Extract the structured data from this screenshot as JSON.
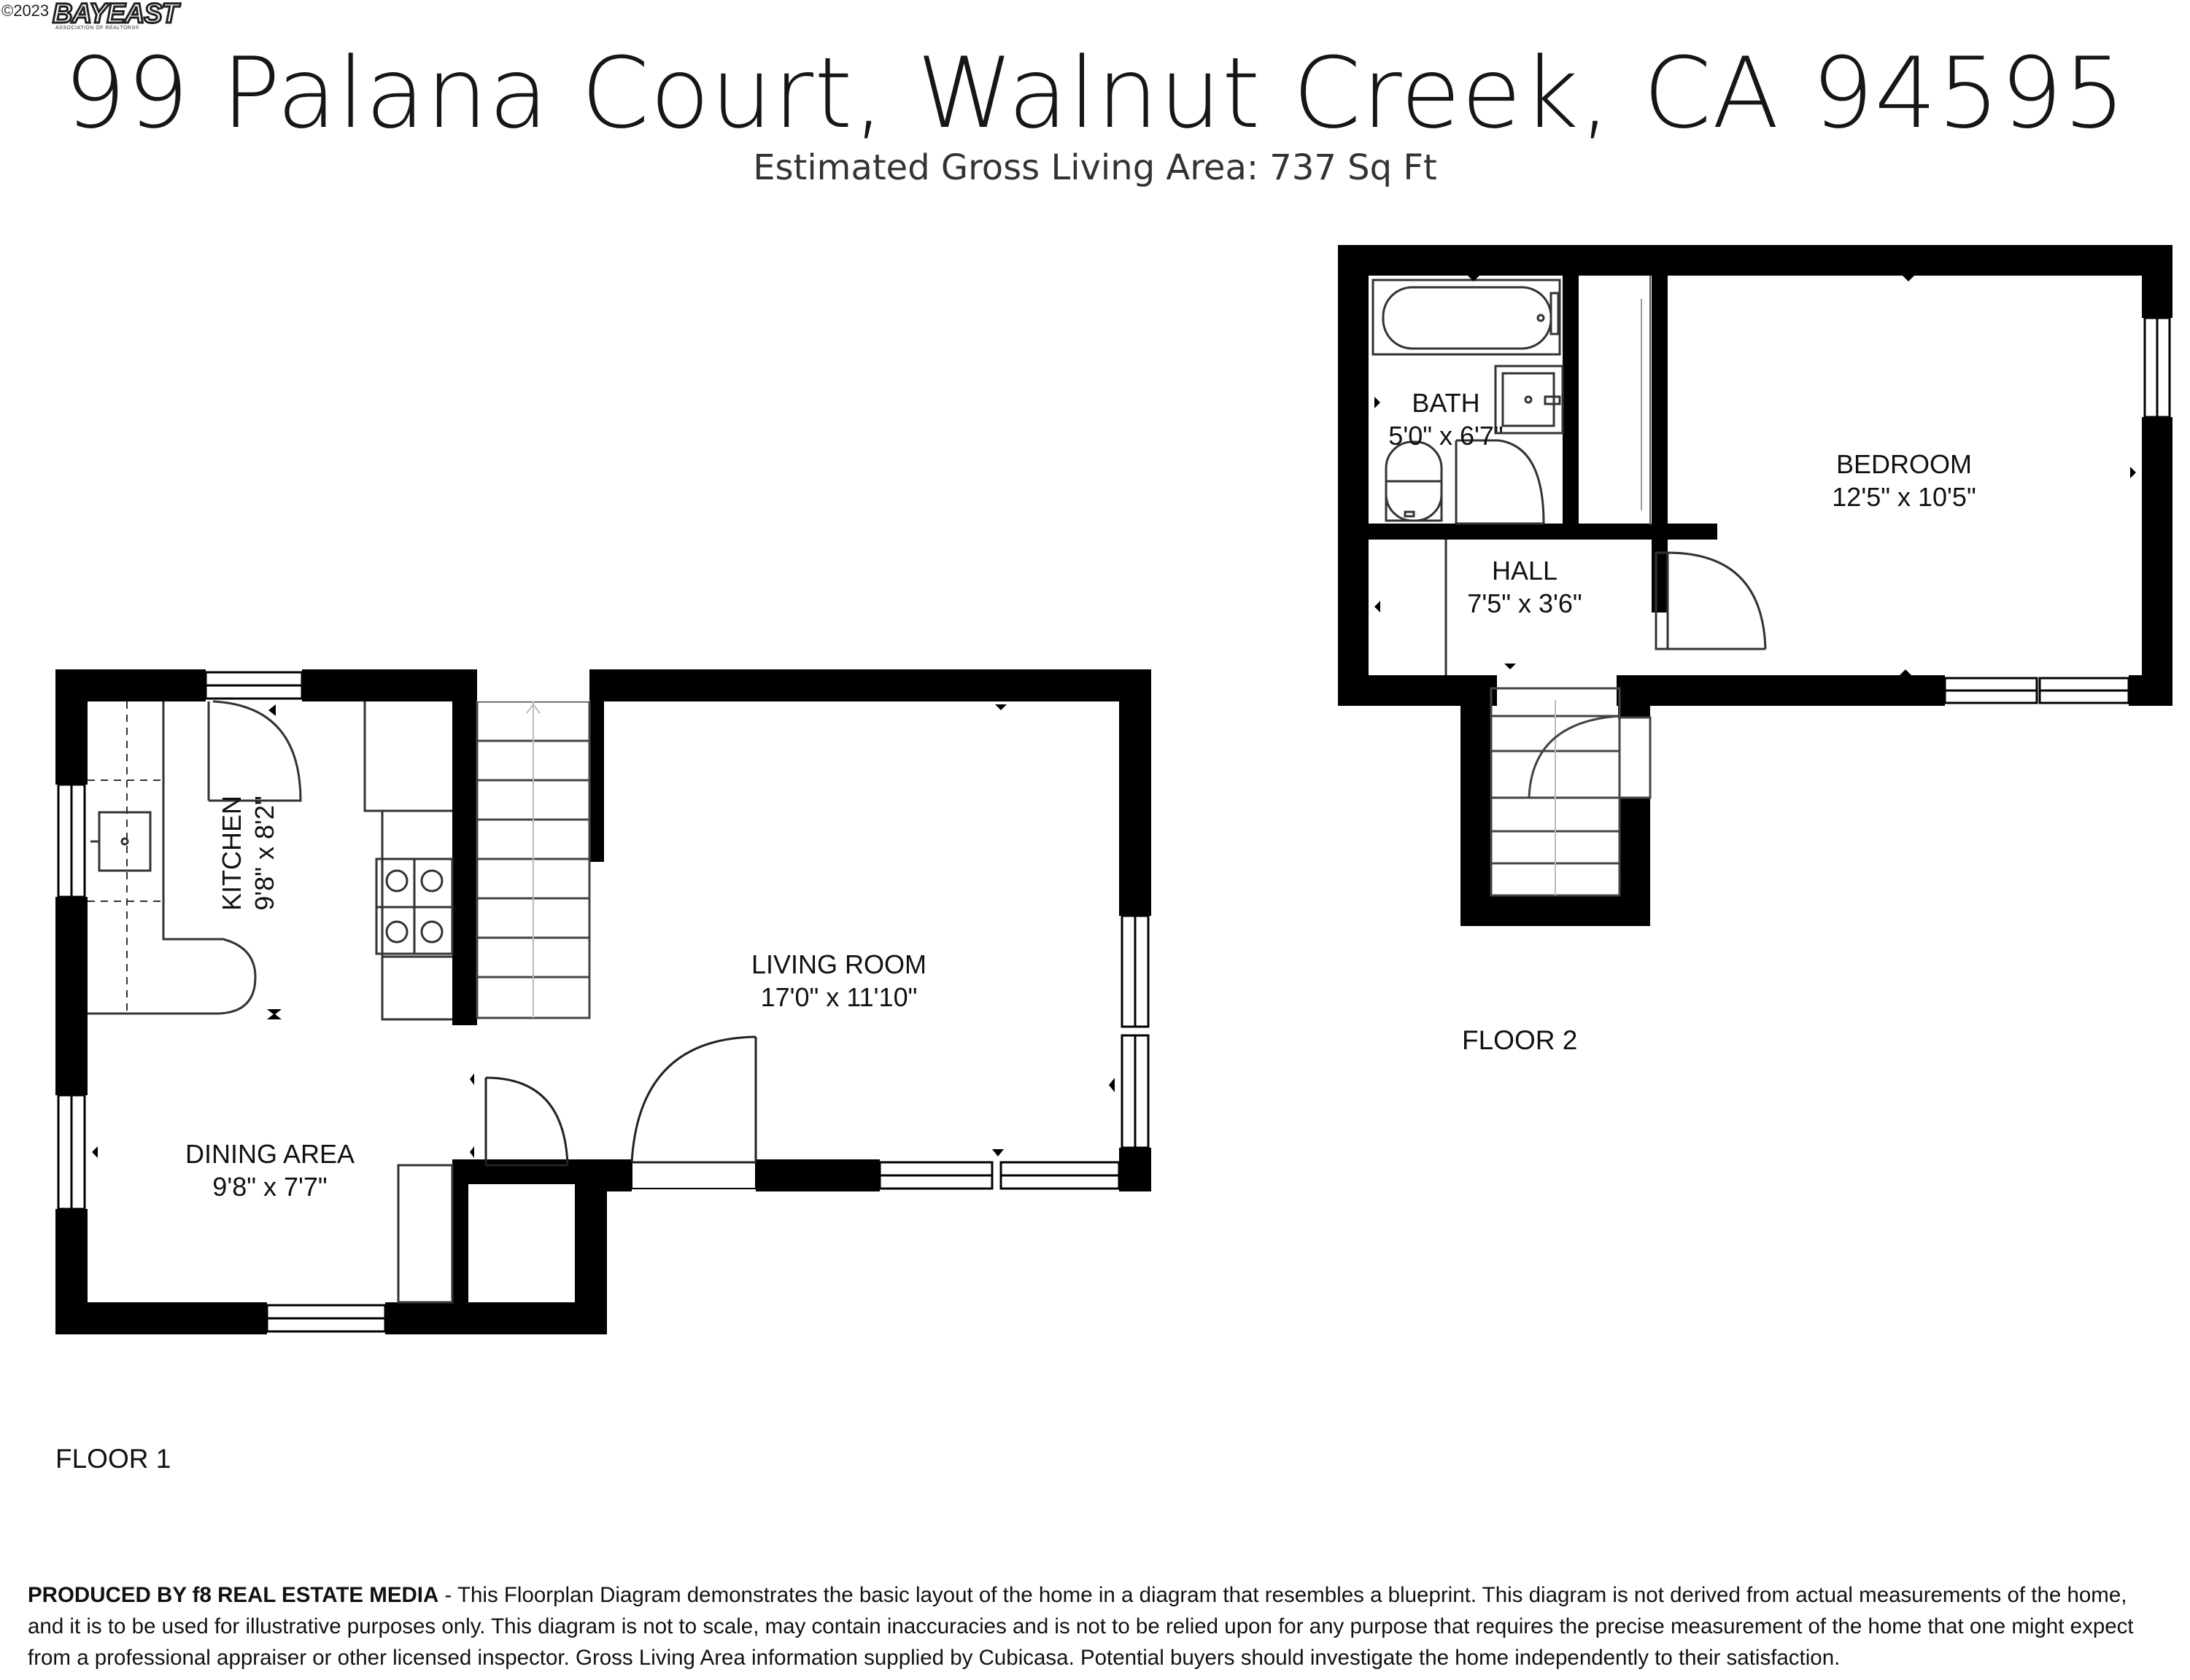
{
  "header": {
    "copyright": "©2023",
    "logo_text": "BAYEAST",
    "logo_subtitle": "ASSOCIATION OF REALTORS®",
    "title": "99 Palana Court, Walnut Creek, CA 94595",
    "subtitle": "Estimated Gross Living Area: 737 Sq Ft"
  },
  "floors": [
    {
      "label": "FLOOR 1",
      "rooms": [
        {
          "name": "KITCHEN",
          "dims": "9'8\" x 8'2\""
        },
        {
          "name": "LIVING ROOM",
          "dims": "17'0\" x 11'10\""
        },
        {
          "name": "DINING AREA",
          "dims": "9'8\" x 7'7\""
        }
      ]
    },
    {
      "label": "FLOOR 2",
      "rooms": [
        {
          "name": "BATH",
          "dims": "5'0\" x 6'7\""
        },
        {
          "name": "BEDROOM",
          "dims": "12'5\" x 10'5\""
        },
        {
          "name": "HALL",
          "dims": "7'5\" x 3'6\""
        }
      ]
    }
  ],
  "footer": {
    "producer": "PRODUCED BY f8 REAL ESTATE MEDIA",
    "disclaimer": " - This Floorplan Diagram demonstrates the basic layout of the home in a diagram that resembles a blueprint. This diagram is not derived from actual measurements of the home, and it is to be used for illustrative purposes only. This diagram is not to scale, may contain inaccuracies and is not to be relied upon for any purpose that requires the precise measurement of the home that one might expect from a professional appraiser or other licensed inspector. Gross Living Area information supplied by Cubicasa. Potential buyers should investigate the home independently to their satisfaction."
  },
  "colors": {
    "wall": "#000000",
    "line": "#555555",
    "text": "#111111"
  }
}
